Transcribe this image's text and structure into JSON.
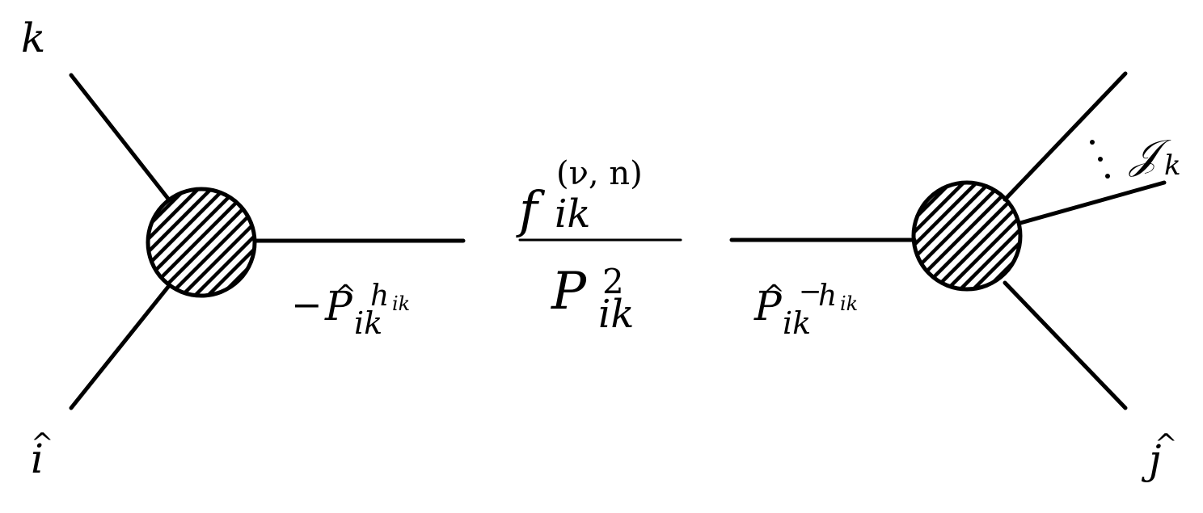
{
  "left_vertex": {
    "leg_top_label": "k",
    "leg_bottom_label": "i",
    "leg_bottom_hat": "^",
    "momentum_sign": "−",
    "momentum_symbol": "P",
    "momentum_hat": "^",
    "momentum_sub": "ik",
    "momentum_sup_base": "h",
    "momentum_sup_sub": "ik"
  },
  "propagator": {
    "numerator_symbol": "f",
    "numerator_sub": "ik",
    "numerator_sup": "(ν, n)",
    "denominator_symbol": "P",
    "denominator_sub": "ik",
    "denominator_sup": "2"
  },
  "right_vertex": {
    "momentum_symbol": "P",
    "momentum_hat": "^",
    "momentum_sub": "ik",
    "momentum_sup_sign": "−",
    "momentum_sup_base": "h",
    "momentum_sup_sub": "ik",
    "cluster_symbol": "𝒥",
    "cluster_sub": "k",
    "leg_bottom_label": "j",
    "leg_bottom_hat": "^"
  }
}
